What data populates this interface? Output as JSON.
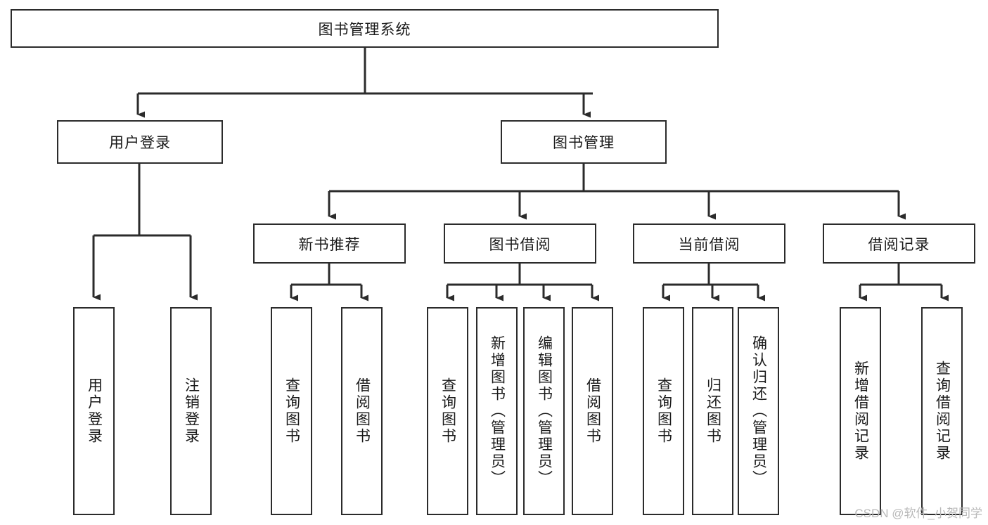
{
  "diagram": {
    "title": "图书管理系统",
    "type": "hierarchy-tree",
    "watermark": "CSDN @软件_小贺同学",
    "colors": {
      "stroke": "#2b2b2b",
      "fill": "#ffffff",
      "text": "#1a1a1a",
      "watermark": "#b9b9b9"
    },
    "levels": {
      "root": {
        "label": "图书管理系统"
      },
      "level1": [
        {
          "id": "user-login",
          "label": "用户登录"
        },
        {
          "id": "book-manage",
          "label": "图书管理"
        }
      ],
      "level2": [
        {
          "id": "new-book-rec",
          "label": "新书推荐",
          "parent": "book-manage"
        },
        {
          "id": "book-borrow",
          "label": "图书借阅",
          "parent": "book-manage"
        },
        {
          "id": "current-borrow",
          "label": "当前借阅",
          "parent": "book-manage"
        },
        {
          "id": "borrow-record",
          "label": "借阅记录",
          "parent": "book-manage"
        }
      ],
      "leaves": [
        {
          "id": "leaf-user-login",
          "label": "用户登录",
          "parent": "user-login"
        },
        {
          "id": "leaf-user-logout",
          "label": "注销登录",
          "parent": "user-login"
        },
        {
          "id": "leaf-query-book-1",
          "label": "查询图书",
          "parent": "new-book-rec"
        },
        {
          "id": "leaf-borrow-book-1",
          "label": "借阅图书",
          "parent": "new-book-rec"
        },
        {
          "id": "leaf-query-book-2",
          "label": "查询图书",
          "parent": "book-borrow"
        },
        {
          "id": "leaf-add-book",
          "label": "新增图书（管理员）",
          "parent": "book-borrow"
        },
        {
          "id": "leaf-edit-book",
          "label": "编辑图书（管理员）",
          "parent": "book-borrow"
        },
        {
          "id": "leaf-borrow-book-2",
          "label": "借阅图书",
          "parent": "book-borrow"
        },
        {
          "id": "leaf-query-book-3",
          "label": "查询图书",
          "parent": "current-borrow"
        },
        {
          "id": "leaf-return-book",
          "label": "归还图书",
          "parent": "current-borrow"
        },
        {
          "id": "leaf-confirm-return",
          "label": "确认归还（管理员）",
          "parent": "current-borrow"
        },
        {
          "id": "leaf-add-record",
          "label": "新增借阅记录",
          "parent": "borrow-record"
        },
        {
          "id": "leaf-query-record",
          "label": "查询借阅记录",
          "parent": "borrow-record"
        }
      ]
    }
  }
}
